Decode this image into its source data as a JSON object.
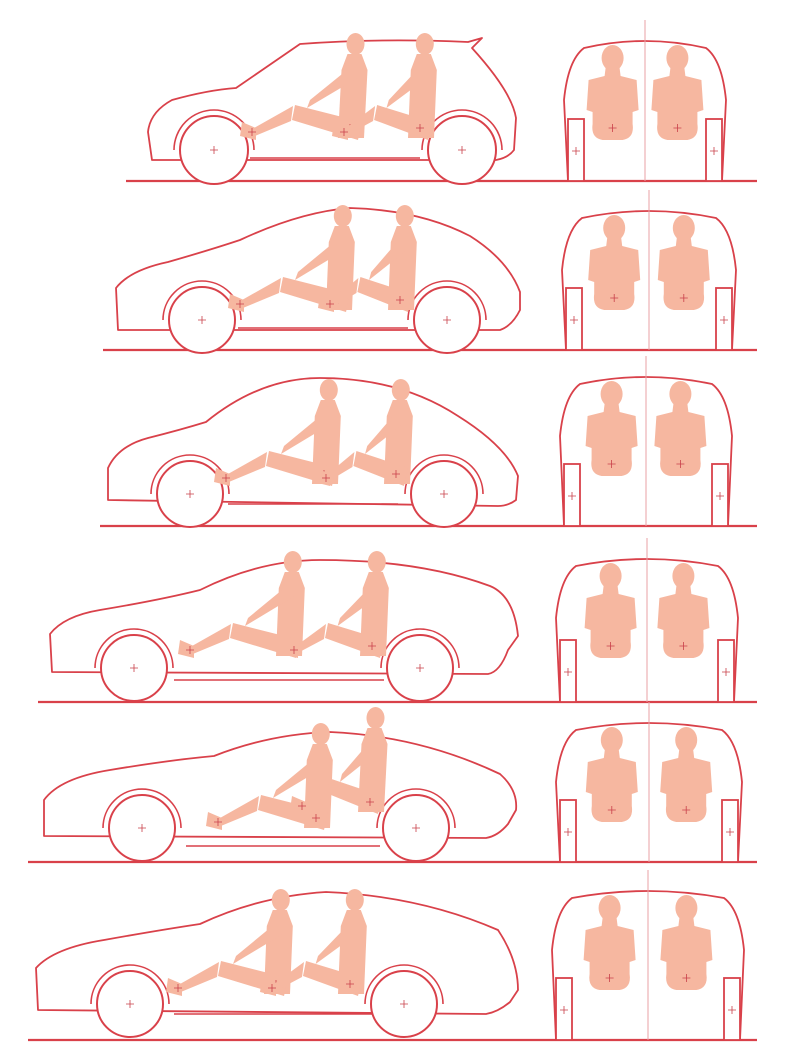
{
  "figure": {
    "description_visible_text": "",
    "colors": {
      "outline": "#d9414a",
      "ground": "#d9414a",
      "occupant": "#f6b7a0",
      "center_line": "#e9a0a6",
      "marker": "#c9404a"
    },
    "rows": [
      {
        "id": "row-1",
        "style": "hatchback"
      },
      {
        "id": "row-2",
        "style": "coupe-hatch"
      },
      {
        "id": "row-3",
        "style": "fastback"
      },
      {
        "id": "row-4",
        "style": "sedan"
      },
      {
        "id": "row-5",
        "style": "sports-coupe"
      },
      {
        "id": "row-6",
        "style": "grand-tourer"
      }
    ],
    "views": [
      "side-view",
      "front-view"
    ],
    "occupants_per_view": 2
  }
}
